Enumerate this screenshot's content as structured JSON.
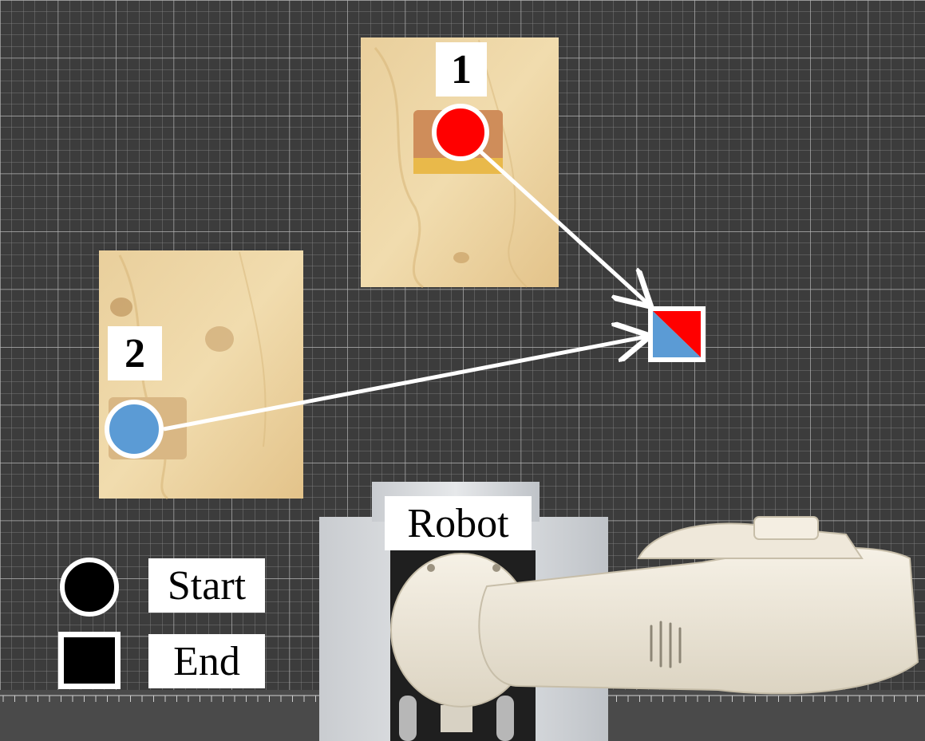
{
  "labels": {
    "object_1": "1",
    "object_2": "2",
    "robot": "Robot"
  },
  "legend": {
    "start": "Start",
    "end": "End"
  },
  "colors": {
    "object_1": "#ff0000",
    "object_2": "#5b9bd5",
    "arrow": "#ffffff",
    "legend_marker": "#000000"
  },
  "icons": {
    "start_marker": "circle-icon",
    "end_marker": "square-icon"
  }
}
